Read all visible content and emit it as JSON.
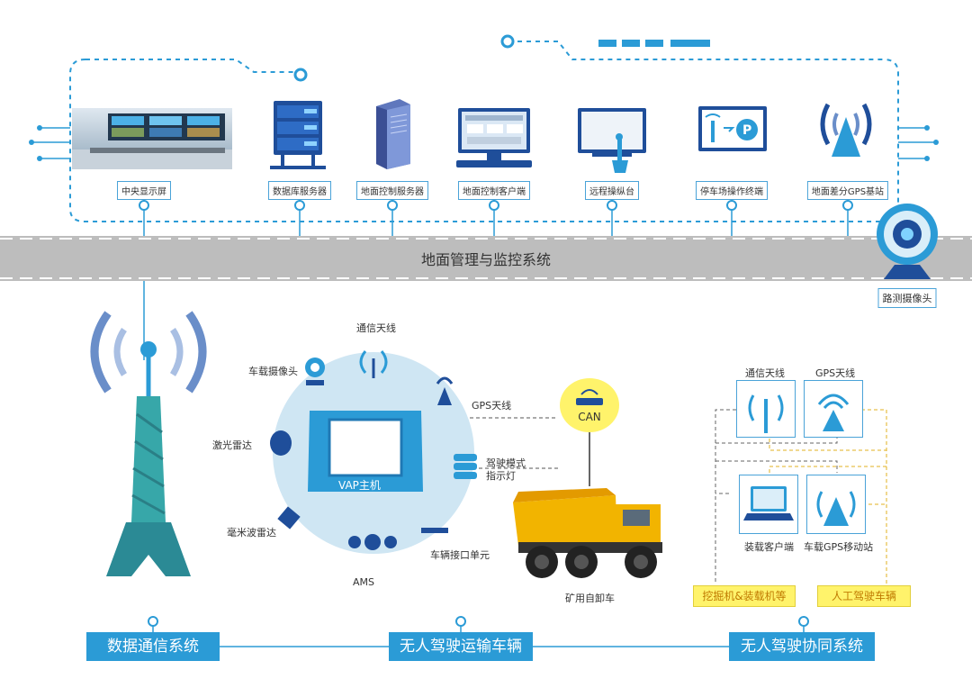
{
  "header_tag": "",
  "management": {
    "title": "地面管理与监控系统",
    "devices": [
      {
        "label": "中央显示屏",
        "icon": "control-room-photo"
      },
      {
        "label": "数据库服务器",
        "icon": "database-server-icon"
      },
      {
        "label": "地面控制服务器",
        "icon": "tower-server-icon"
      },
      {
        "label": "地面控制客户端",
        "icon": "desktop-client-icon"
      },
      {
        "label": "远程操纵台",
        "icon": "joystick-console-icon"
      },
      {
        "label": "停车场操作终端",
        "icon": "parking-terminal-icon"
      },
      {
        "label": "地面差分GPS基站",
        "icon": "gps-base-icon"
      }
    ],
    "roadside_camera": "路测摄像头"
  },
  "vehicle_system": {
    "center_label": "VAP主机",
    "parts": {
      "comm_antenna": "通信天线",
      "vehicle_camera": "车载摄像头",
      "gps_antenna": "GPS天线",
      "lidar": "激光雷达",
      "drive_mode_light": "驾驶模式\n指示灯",
      "mmwave_radar": "毫米波雷达",
      "ams": "AMS",
      "interface_unit": "车辆接口单元"
    },
    "can_label": "CAN",
    "truck_label": "矿用自卸车"
  },
  "cooperative": {
    "comm_antenna": "通信天线",
    "gps_antenna": "GPS天线",
    "loading_client": "装载客户端",
    "gps_mobile": "车载GPS移动站",
    "excavator_tag": "挖掘机&装载机等",
    "manual_tag": "人工驾驶车辆"
  },
  "bottom": {
    "left": "数据通信系统",
    "center": "无人驾驶运输车辆",
    "right": "无人驾驶协同系统"
  },
  "colors": {
    "accent": "#2b9bd6",
    "dark_blue": "#1f4e9a",
    "yellow": "#fff36b",
    "truck": "#f2b400"
  }
}
